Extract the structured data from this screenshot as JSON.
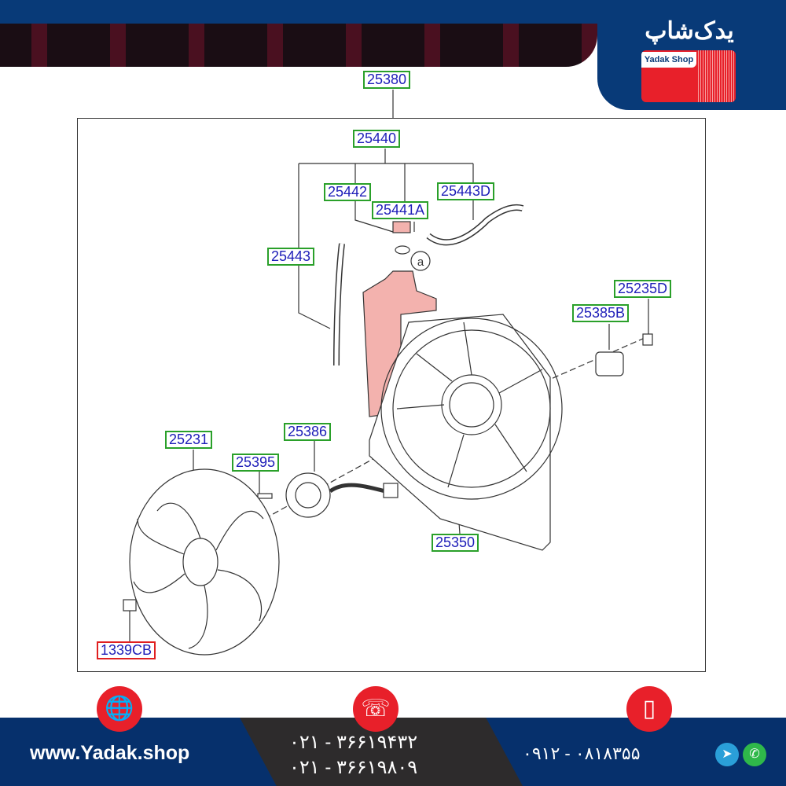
{
  "brand": {
    "name_fa": "یدک‌شاپ",
    "name_en": "Yadak Shop"
  },
  "diagram": {
    "parts": [
      "25380",
      "25440",
      "25442",
      "25443D",
      "25441A",
      "25443",
      "25235D",
      "25385B",
      "25386",
      "25231",
      "25395",
      "25350",
      "1339CB"
    ],
    "callout": "a",
    "colors": {
      "label_border": "#2aa02a",
      "label_text": "#1d1db8",
      "highlight_border": "#e02020",
      "reservoir": "#f3b2ae"
    }
  },
  "footer": {
    "website": "www.Yadak.shop",
    "phone1": "۰۲۱ - ۳۶۶۱۹۴۳۲",
    "phone2": "۰۲۱ - ۳۶۶۱۹۸۰۹",
    "mobile": "۰۹۱۲ - ۰۸۱۸۳۵۵",
    "icons": [
      "globe-icon",
      "telephone-icon",
      "mobile-phone-icon",
      "telegram-icon",
      "whatsapp-icon"
    ]
  }
}
